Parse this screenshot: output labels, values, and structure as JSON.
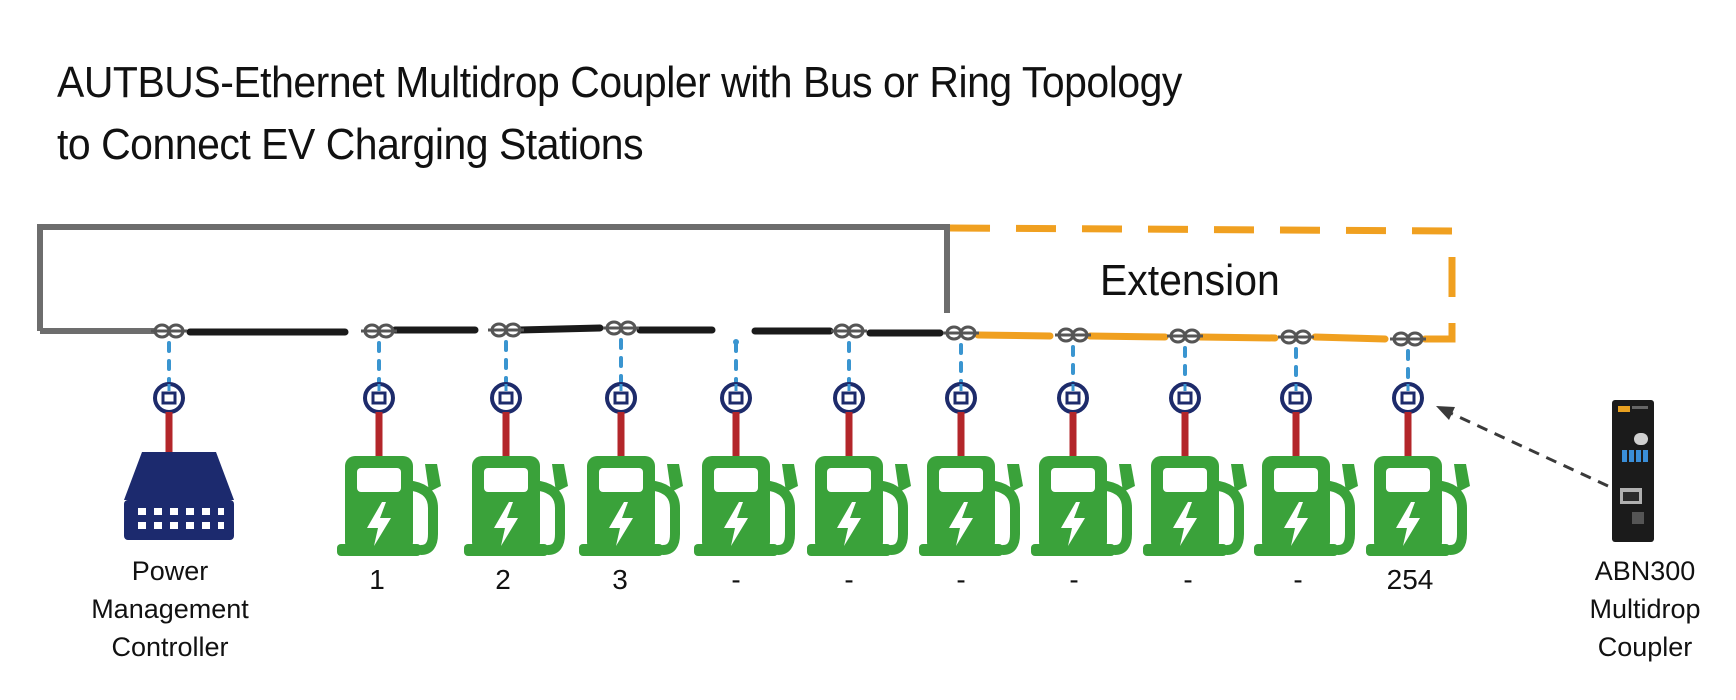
{
  "title": {
    "line1": "AUTBUS-Ethernet Multidrop Coupler with Bus or Ring Topology",
    "line2": "to Connect EV Charging Stations"
  },
  "extension_label": "Extension",
  "controller_label": [
    "Power",
    "Management",
    "Controller"
  ],
  "coupler_label": [
    "ABN300",
    "Multidrop",
    "Coupler"
  ],
  "station_numbers": [
    "1",
    "2",
    "3",
    "-",
    "-",
    "-",
    "-",
    "-",
    "-",
    "254"
  ],
  "colors": {
    "ring_gray": "#6d6d6d",
    "bus_black": "#1a1a1a",
    "extension_orange": "#f0a020",
    "station_green": "#3aa23a",
    "drop_red": "#b3262a",
    "tap_blue": "#3a95d0",
    "node_navy": "#1d2b6b",
    "controller_navy": "#1c2a6e"
  },
  "icons": {
    "controller": "power-management-controller-icon",
    "station": "ev-charging-station-icon",
    "coupler": "abn300-coupler-device-icon",
    "connector": "cable-connector-icon",
    "node": "network-node-icon"
  }
}
